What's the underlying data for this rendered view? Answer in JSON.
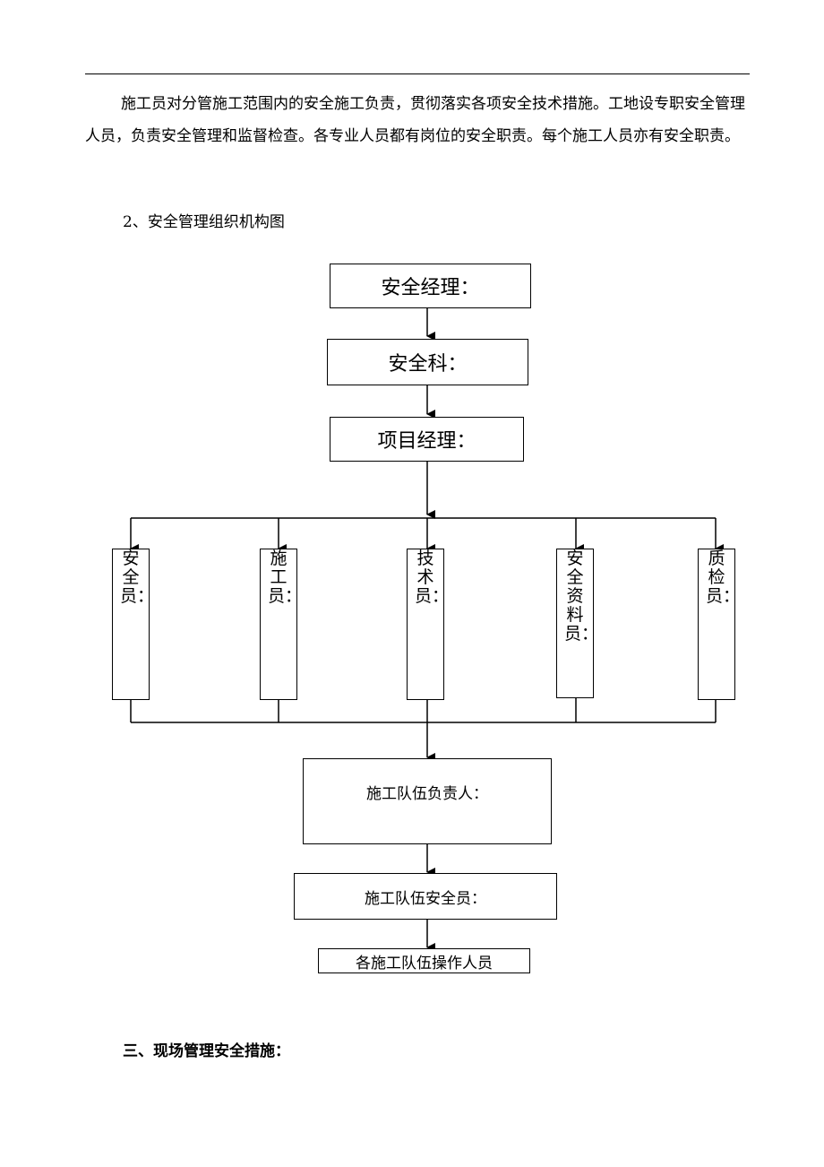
{
  "document": {
    "paragraph": "施工员对分管施工范围内的安全施工负责，贯彻落实各项安全技术措施。工地设专职安全管理人员，负责安全管理和监督检查。各专业人员都有岗位的安全职责。每个施工人员亦有安全职责。",
    "subheading": "2、安全管理组织机构图",
    "section_heading": "三、现场管理安全措施："
  },
  "org_chart": {
    "level1": "安全经理：",
    "level2": "安全科：",
    "level3": "项目经理：",
    "roles": [
      "安全员：",
      "施工员：",
      "技术员：",
      "安全资料员：",
      "质检员："
    ],
    "team_leader": "施工队伍负责人：",
    "team_safety": "施工队伍安全员：",
    "workers": "各施工队伍操作人员"
  }
}
